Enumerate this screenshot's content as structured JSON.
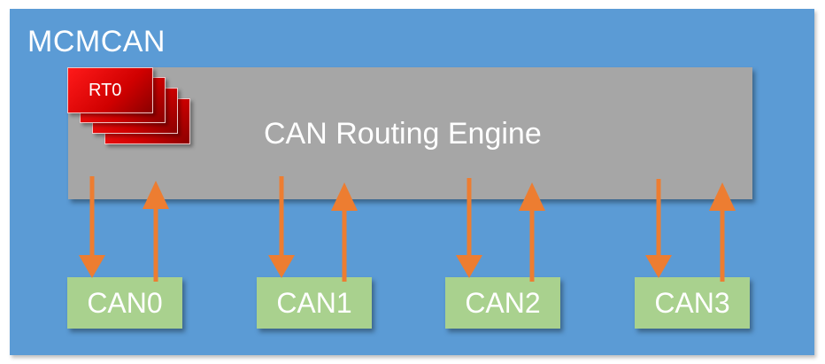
{
  "outer_label": "MCMCAN",
  "engine_label": "CAN Routing Engine",
  "rt_label": "RT0",
  "can_units": [
    "CAN0",
    "CAN1",
    "CAN2",
    "CAN3"
  ],
  "colors": {
    "outer": "#5b9bd5",
    "engine": "#a6a6a6",
    "rt": "#e00000",
    "can_box": "#a9d18e",
    "arrow": "#ed7d31"
  }
}
